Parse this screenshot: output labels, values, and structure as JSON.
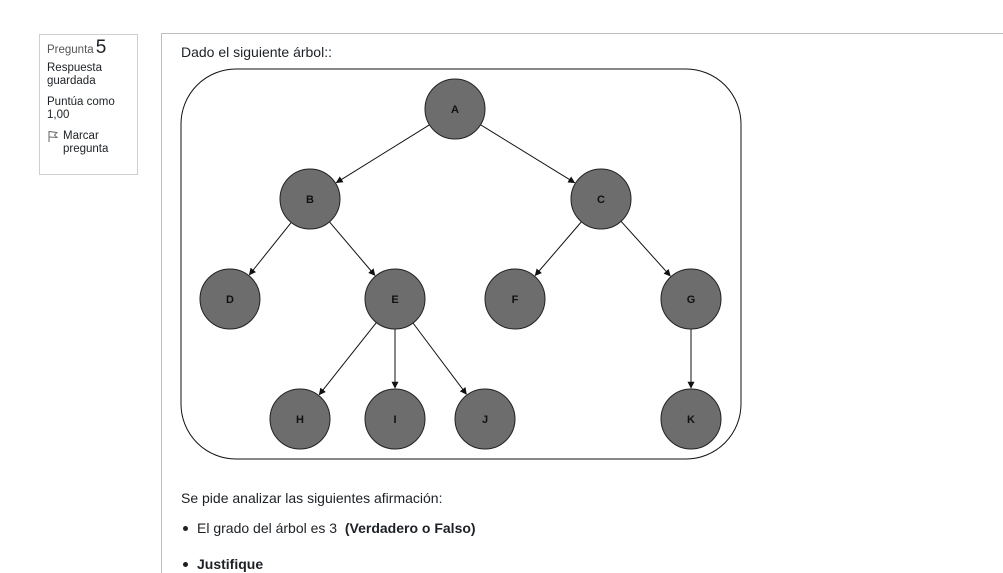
{
  "question_info": {
    "label": "Pregunta",
    "number": "5",
    "status": "Respuesta guardada",
    "grade": "Puntúa como 1,00",
    "flag_label": "Marcar pregunta",
    "flag_icon": "flag-icon"
  },
  "question": {
    "stem": "Dado el siguiente árbol::",
    "tree_nodes": [
      {
        "id": "A"
      },
      {
        "id": "B"
      },
      {
        "id": "C"
      },
      {
        "id": "D"
      },
      {
        "id": "E"
      },
      {
        "id": "F"
      },
      {
        "id": "G"
      },
      {
        "id": "H"
      },
      {
        "id": "I"
      },
      {
        "id": "J"
      },
      {
        "id": "K"
      }
    ],
    "tree_edges": [
      [
        "A",
        "B"
      ],
      [
        "A",
        "C"
      ],
      [
        "B",
        "D"
      ],
      [
        "B",
        "E"
      ],
      [
        "C",
        "F"
      ],
      [
        "C",
        "G"
      ],
      [
        "E",
        "H"
      ],
      [
        "E",
        "I"
      ],
      [
        "E",
        "J"
      ],
      [
        "G",
        "K"
      ]
    ],
    "ask": "Se pide analizar las siguientes afirmación:",
    "bullet1_text": "El grado del árbol es 3",
    "bullet1_bold": "(Verdadero o Falso)",
    "bullet2_bold": "Justifique"
  },
  "colors": {
    "node_fill": "#6d6d6d",
    "node_stroke": "#222222"
  }
}
